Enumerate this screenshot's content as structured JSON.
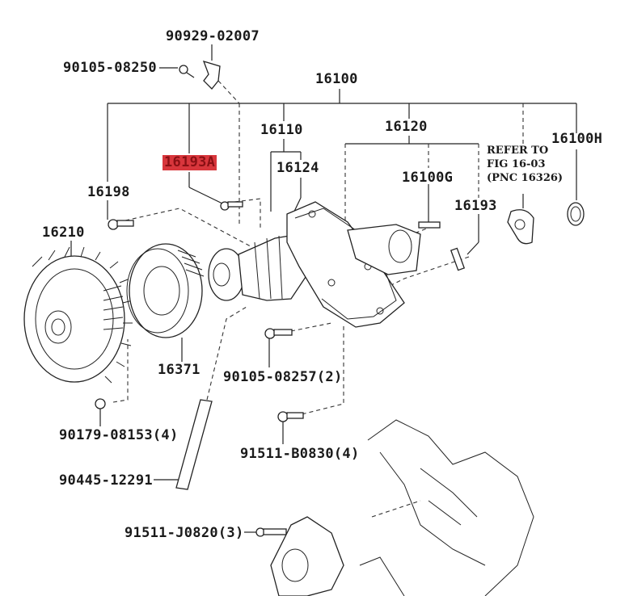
{
  "diagram": {
    "title": "Water pump / fan clutch exploded parts view",
    "highlight_color": "#d8363c",
    "labels": {
      "p_90929_02007": "90929-02007",
      "p_90105_08250": "90105-08250",
      "p_16100": "16100",
      "p_16110": "16110",
      "p_16120": "16120",
      "p_16100H": "16100H",
      "p_16193A": "16193A",
      "p_16124": "16124",
      "p_16100G": "16100G",
      "p_16198": "16198",
      "p_16193": "16193",
      "p_16210": "16210",
      "p_16371": "16371",
      "p_90105_08257": "90105-08257(2)",
      "p_90179_08153": "90179-08153(4)",
      "p_91511_B0830": "91511-B0830(4)",
      "p_90445_12291": "90445-12291",
      "p_91511_J0820": "91511-J0820(3)"
    },
    "note": {
      "line1": "REFER TO",
      "line2": "FIG 16-03",
      "line3": "(PNC 16326)"
    },
    "highlighted_part": "16193A"
  }
}
